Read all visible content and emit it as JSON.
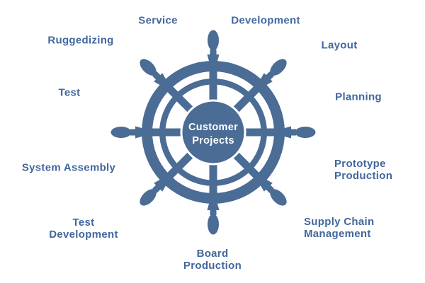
{
  "diagram": {
    "type": "hub-and-spoke ship wheel diagram",
    "center": {
      "label": "Customer\nProjects"
    },
    "labels": {
      "service": "Service",
      "development": "Development",
      "layout": "Layout",
      "planning": "Planning",
      "prototype_production": "Prototype\nProduction",
      "supply_chain_management": "Supply Chain\nManagement",
      "board_production": "Board\nProduction",
      "test_development": "Test\nDevelopment",
      "system_assembly": "System Assembly",
      "test": "Test",
      "ruggedizing": "Ruggedizing"
    },
    "colors": {
      "wheel": "#4a6c95",
      "label_text": "#41679d",
      "center_text": "#ffffff",
      "background": "#ffffff"
    }
  }
}
